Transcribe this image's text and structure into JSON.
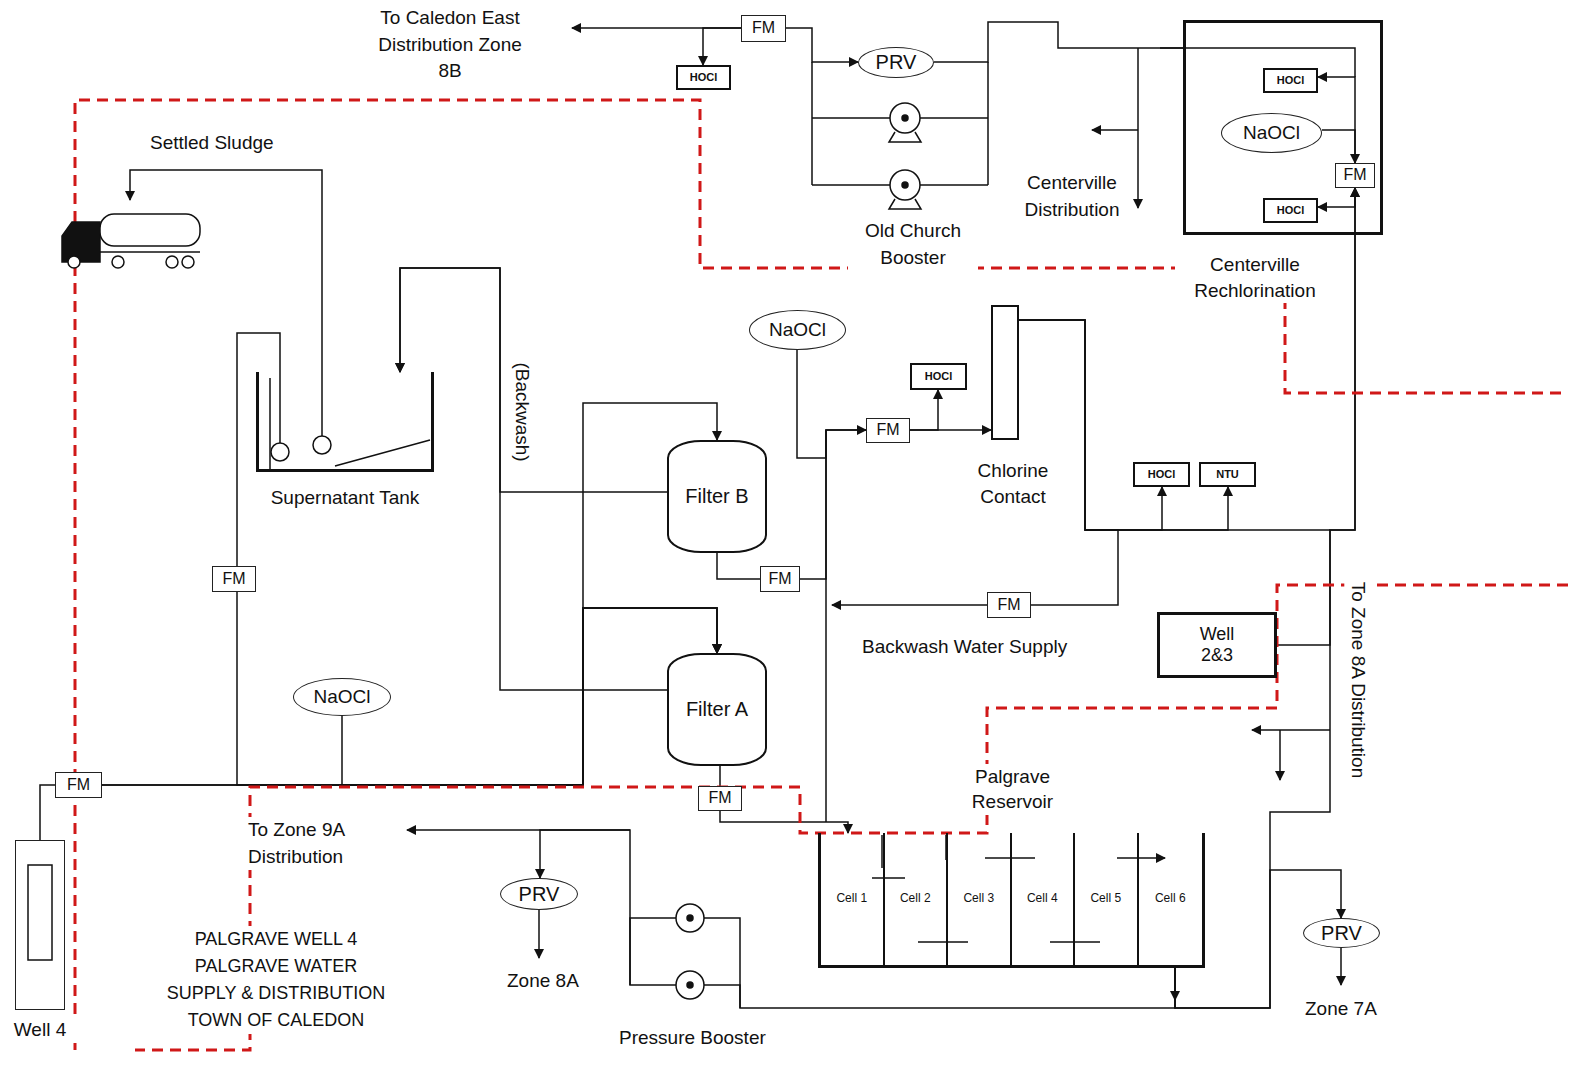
{
  "diagram": {
    "title": "PALGRAVE WELL 4 PALGRAVE WATER SUPPLY & DISTRIBUTION TOWN OF CALEDON",
    "nodes": [
      {
        "text": [
          "FM"
        ]
      },
      {
        "text": [
          "HOCl"
        ]
      },
      {
        "text": [
          "PRV"
        ]
      },
      {
        "text": [
          "Centerville Rechlorination"
        ]
      },
      {
        "text": [
          "HOCl"
        ],
        "in": 3
      },
      {
        "text": [
          "NaOCl"
        ],
        "in": 3
      },
      {
        "text": [
          "FM"
        ],
        "in": 3
      },
      {
        "text": [
          "HOCl"
        ],
        "in": 3
      },
      {
        "text": [
          "NaOCl"
        ]
      },
      {
        "text": [
          "HOCl"
        ]
      },
      {
        "text": [
          "Chlorine Contact"
        ]
      },
      {
        "text": [
          "FM"
        ]
      },
      {
        "text": [
          "HOCl"
        ]
      },
      {
        "text": [
          "NTU"
        ]
      },
      {
        "text": [
          "Supernatant Tank"
        ]
      },
      {
        "text": [
          "Filter B"
        ]
      },
      {
        "text": [
          "Filter A"
        ]
      },
      {
        "text": [
          "FM"
        ]
      },
      {
        "text": [
          "FM"
        ]
      },
      {
        "text": [
          "FM"
        ]
      },
      {
        "text": [
          "Well 2&3"
        ]
      },
      {
        "text": [
          "NaOCl"
        ]
      },
      {
        "text": [
          "FM"
        ]
      },
      {
        "text": [
          "FM"
        ]
      },
      {
        "text": [
          "PRV"
        ]
      },
      {
        "text": [
          "Palgrave Reservoir"
        ]
      },
      {
        "text": [
          "Cell 1"
        ],
        "in": 25
      },
      {
        "text": [
          "Cell 2"
        ],
        "in": 25
      },
      {
        "text": [
          "Cell 3"
        ],
        "in": 25
      },
      {
        "text": [
          "Cell 4"
        ],
        "in": 25
      },
      {
        "text": [
          "Cell 5"
        ],
        "in": 25
      },
      {
        "text": [
          "Cell 6"
        ],
        "in": 25
      },
      {
        "text": [
          "PRV"
        ]
      },
      {
        "text": [
          "Well 4"
        ]
      }
    ],
    "edges": [
      {
        "from": 0,
        "to": 1,
        "arrow": "to"
      },
      {
        "from": 0,
        "to": 2,
        "arrow": "to"
      },
      {
        "from": 2,
        "to": 3,
        "arrow": "none"
      },
      {
        "from": 5,
        "to": 6,
        "arrow": "to"
      },
      {
        "from": 6,
        "to": 4,
        "arrow": "to"
      },
      {
        "from": 6,
        "to": 7,
        "arrow": "to"
      },
      {
        "from": 8,
        "to": 11,
        "arrow": "to"
      },
      {
        "from": 11,
        "to": 9,
        "arrow": "to"
      },
      {
        "from": 11,
        "to": 10,
        "arrow": "to"
      },
      {
        "from": 10,
        "to": 12,
        "arrow": "to"
      },
      {
        "from": 10,
        "to": 13,
        "arrow": "to"
      },
      {
        "from": 15,
        "to": 17,
        "arrow": "none"
      },
      {
        "from": 17,
        "to": 11,
        "arrow": "none"
      },
      {
        "from": 10,
        "to": 18,
        "arrow": "none"
      },
      {
        "from": 16,
        "to": 23,
        "arrow": "none"
      },
      {
        "from": 23,
        "to": 26,
        "arrow": "to"
      },
      {
        "from": 22,
        "to": 15,
        "arrow": "to"
      },
      {
        "from": 22,
        "to": 16,
        "arrow": "to"
      },
      {
        "from": 33,
        "to": 22,
        "arrow": "none"
      },
      {
        "from": 14,
        "to": 19,
        "arrow": "none"
      },
      {
        "from": 19,
        "to": 16,
        "arrow": "to"
      },
      {
        "from": 21,
        "to": 16,
        "arrow": "to"
      },
      {
        "from": 15,
        "to": 14,
        "arrow": "to"
      },
      {
        "from": 16,
        "to": 14,
        "arrow": "to"
      },
      {
        "from": 31,
        "to": 32,
        "arrow": "to"
      },
      {
        "from": 31,
        "to": 6,
        "arrow": "to"
      },
      {
        "from": 20,
        "to": 6,
        "arrow": "to"
      },
      {
        "from": 31,
        "to": 24,
        "arrow": "to"
      }
    ],
    "labels": [
      "To Caledon East Distribution Zone 8B",
      "Old Church Booster",
      "Centerville Distribution",
      "Settled Sludge",
      "(Backwash)",
      "Backwash Water Supply",
      "To Zone 8A Distribution",
      "To Zone 9A Distribution",
      "Zone 8A",
      "Pressure Booster",
      "Zone 7A"
    ]
  }
}
